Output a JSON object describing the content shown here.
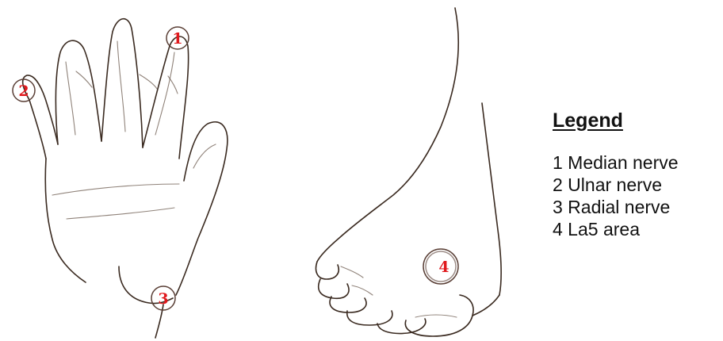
{
  "markers": [
    {
      "number": "1",
      "part": "hand",
      "color": "#e0191d"
    },
    {
      "number": "2",
      "part": "hand",
      "color": "#e0191d"
    },
    {
      "number": "3",
      "part": "hand",
      "color": "#e0191d"
    },
    {
      "number": "4",
      "part": "foot",
      "color": "#e0191d"
    }
  ],
  "legend": {
    "title": "Legend",
    "items": [
      {
        "label": "1 Median nerve"
      },
      {
        "label": "2 Ulnar nerve"
      },
      {
        "label": "3 Radial nerve"
      },
      {
        "label": "4 La5 area"
      }
    ]
  }
}
